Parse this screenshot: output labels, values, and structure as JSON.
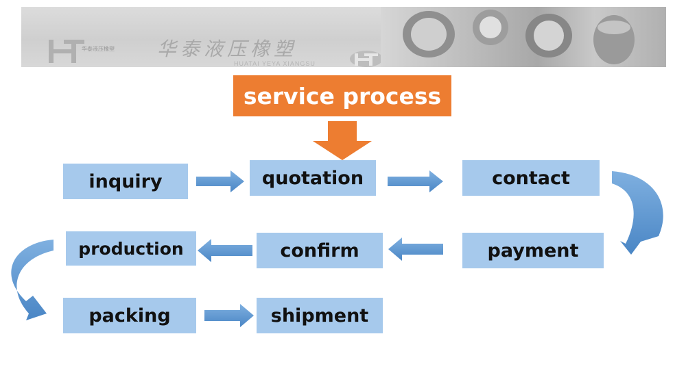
{
  "banner": {
    "brand_text": "华泰液压橡塑",
    "brand_pinyin": "HUATAI YEYA XIANGSU",
    "brand_small": "华泰液压橡塑"
  },
  "title": "service process",
  "colors": {
    "accent_orange": "#ed7d31",
    "box_blue": "#a6c9ec",
    "arrow_blue": "#5b9bd5"
  },
  "steps": {
    "inquiry": "inquiry",
    "quotation": "quotation",
    "contact": "contact",
    "payment": "payment",
    "confirm": "confirm",
    "production": "production",
    "packing": "packing",
    "shipment": "shipment"
  }
}
